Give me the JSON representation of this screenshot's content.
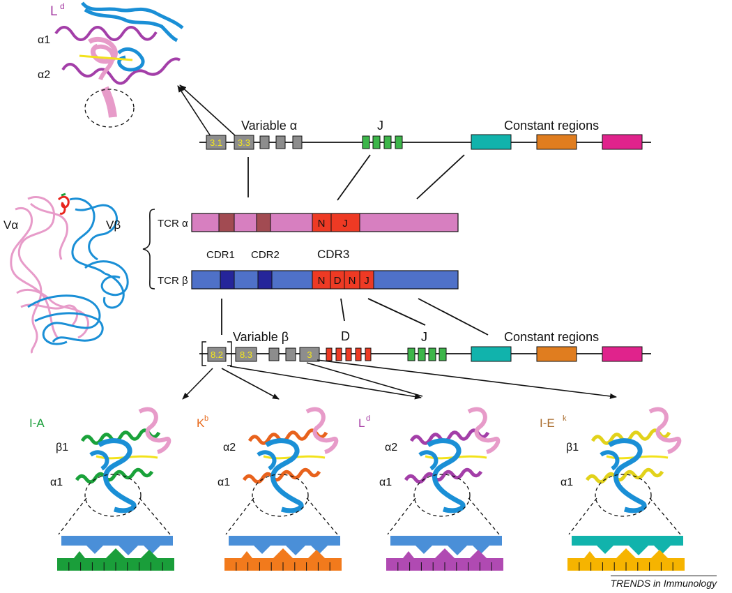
{
  "top_mhc": {
    "name": "L",
    "name_sup": "d",
    "helix1": "α1",
    "helix2": "α2"
  },
  "alpha_locus": {
    "variable_label": "Variable α",
    "j_label": "J",
    "constant_label": "Constant regions",
    "gene1": "3.1",
    "gene2": "3.3"
  },
  "tcr_structure": {
    "va": "Vα",
    "vb": "Vβ"
  },
  "tcr_alpha": {
    "label": "TCR α",
    "n": "N",
    "j": "J"
  },
  "cdr": {
    "cdr1": "CDR1",
    "cdr2": "CDR2",
    "cdr3": "CDR3"
  },
  "tcr_beta": {
    "label": "TCR β",
    "n1": "N",
    "d": "D",
    "n2": "N",
    "j": "J"
  },
  "beta_locus": {
    "variable_label": "Variable β",
    "d_label": "D",
    "j_label": "J",
    "constant_label": "Constant regions",
    "gene1": "8.2",
    "gene2": "8.3",
    "gene3": "3"
  },
  "complexes": [
    {
      "name": "I-A",
      "sup": "",
      "name_color": "#1a9e3a",
      "upper": "β1",
      "lower": "α1",
      "mhc_color": "#1aa23a",
      "lock": "#1a9e3a"
    },
    {
      "name": "K",
      "sup": "b",
      "name_color": "#e86a1c",
      "upper": "α2",
      "lower": "α1",
      "mhc_color": "#e8621c",
      "lock": "#f27a1c"
    },
    {
      "name": "L",
      "sup": "d",
      "name_color": "#a53ca3",
      "upper": "α2",
      "lower": "α1",
      "mhc_color": "#a33ea8",
      "lock": "#b04ab2"
    },
    {
      "name": "I-E",
      "sup": "k",
      "name_color": "#a86a2a",
      "upper": "β1",
      "lower": "α1",
      "mhc_color": "#e2d21a",
      "lock": "#f6b400"
    }
  ],
  "colors": {
    "tcr_alpha_bar": "#d77fc0",
    "tcr_beta_bar": "#4f71c8",
    "cdr3": "#ee3a24",
    "gene_gray": "#8d8d8d",
    "j_green": "#3db64a",
    "c_teal": "#11b3ac",
    "c_orange": "#e07d1f",
    "c_magenta": "#e0238c",
    "tcr_blue": "#1a8fd6",
    "peptide_pink": "#e79bc9"
  },
  "credit": "TRENDS in Immunology"
}
